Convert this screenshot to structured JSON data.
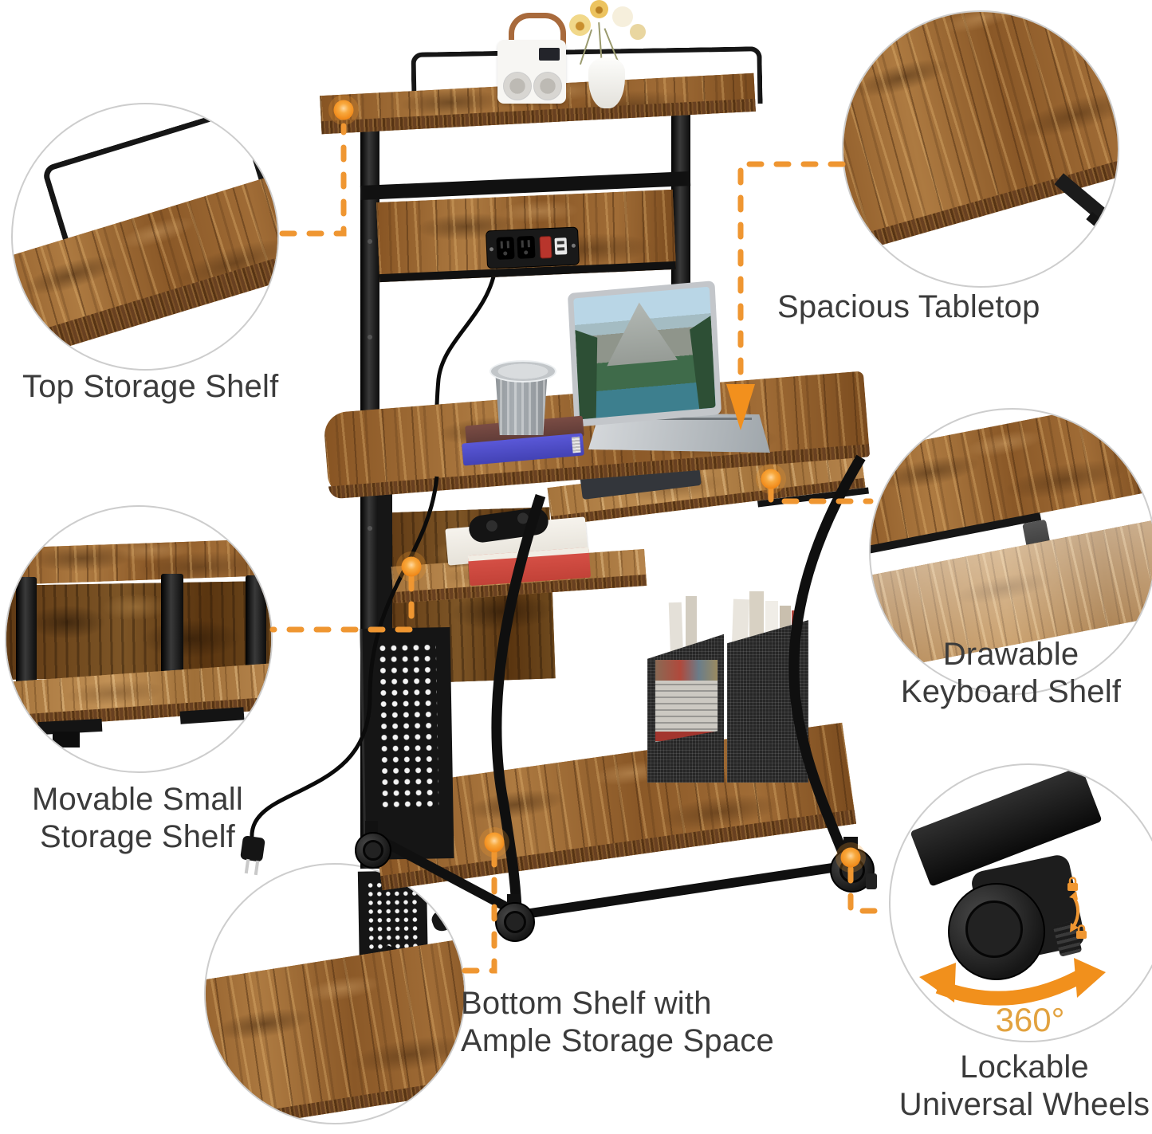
{
  "colors": {
    "accent_orange": "#f0921e",
    "dash_orange": "#ef9631",
    "degree_orange": "#e2a23f",
    "label_text": "#3b3b3b",
    "wood_brown": "#9c6732",
    "metal_black": "#161616",
    "background": "#ffffff"
  },
  "callouts": {
    "top_storage": {
      "label": "Top Storage Shelf"
    },
    "tabletop": {
      "label": "Spacious Tabletop"
    },
    "keyboard": {
      "line1": "Drawable",
      "line2": "Keyboard Shelf"
    },
    "small_shelf": {
      "line1": "Movable Small",
      "line2": "Storage Shelf"
    },
    "bottom_shelf": {
      "line1": "Bottom Shelf with",
      "line2": "Ample Storage Space"
    },
    "wheels": {
      "degree": "360°",
      "line1": "Lockable",
      "line2": "Universal Wheels"
    }
  }
}
